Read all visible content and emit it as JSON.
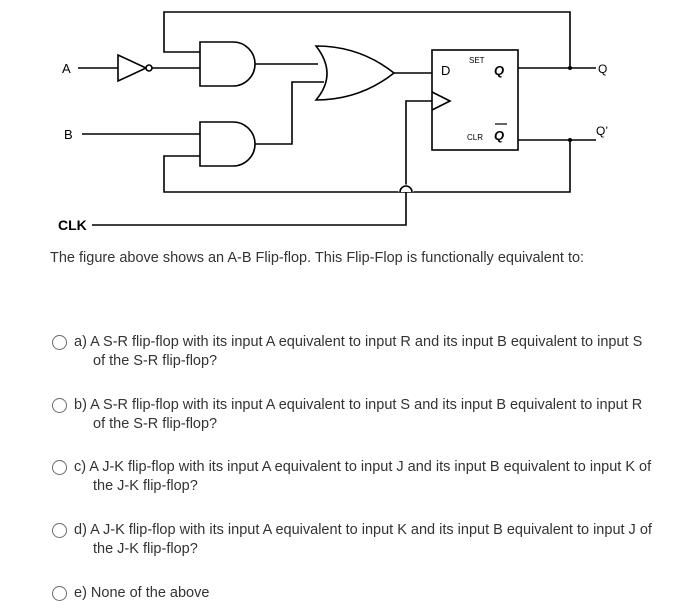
{
  "circuit": {
    "input_a": "A",
    "input_b": "B",
    "clock": "CLK",
    "ff_d": "D",
    "ff_q": "Q",
    "ff_qbar": "Q",
    "ff_set": "SET",
    "ff_clr": "CLR",
    "out_q": "Q",
    "out_qprime": "Q’"
  },
  "question": {
    "text": "The figure above shows an A-B Flip-flop. This Flip-Flop is functionally equivalent to:"
  },
  "options": [
    {
      "label": "a) A S-R flip-flop with its input A equivalent to input R and its input B equivalent to input S of the S-R flip-flop?"
    },
    {
      "label": "b) A S-R flip-flop with its input A equivalent to input S and its input B equivalent to input R of the S-R flip-flop?"
    },
    {
      "label": "c) A J-K flip-flop with its input A equivalent to input J and its input B equivalent to input K of the J-K flip-flop?"
    },
    {
      "label": "d) A J-K flip-flop with its input A equivalent to input K and its input B equivalent to input J of the J-K flip-flop?"
    },
    {
      "label": "e) None of the above"
    }
  ]
}
